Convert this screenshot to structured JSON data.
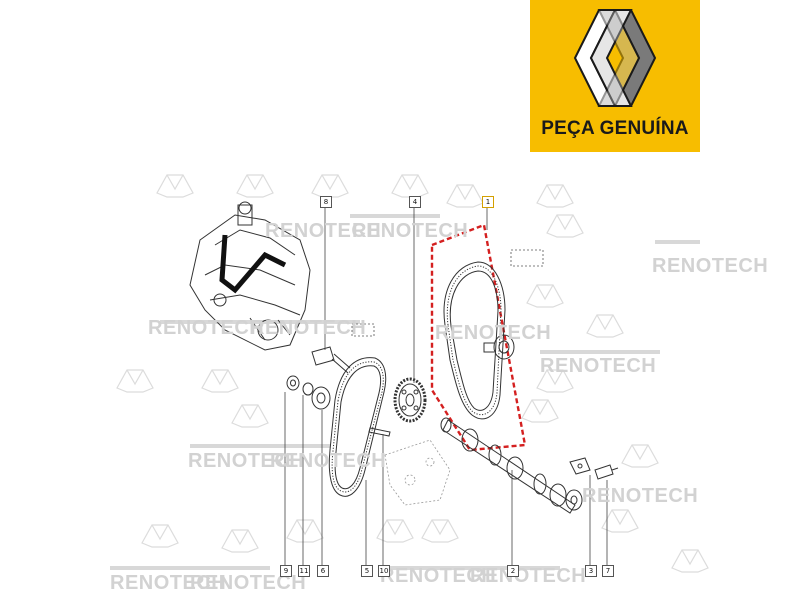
{
  "badge": {
    "label": "PEÇA GENUÍNA",
    "background_color": "#f7bd00"
  },
  "watermark_text": "RENOTECH",
  "callouts": {
    "part_8": "8",
    "part_4": "4",
    "part_1": "1",
    "part_9": "9",
    "part_11": "11",
    "part_6": "6",
    "part_5": "5",
    "part_10": "10",
    "part_2": "2",
    "part_3": "3",
    "part_7": "7"
  },
  "colors": {
    "highlight_dashed": "#d42020",
    "line_art": "#333333",
    "watermark": "#d2d2d2"
  }
}
